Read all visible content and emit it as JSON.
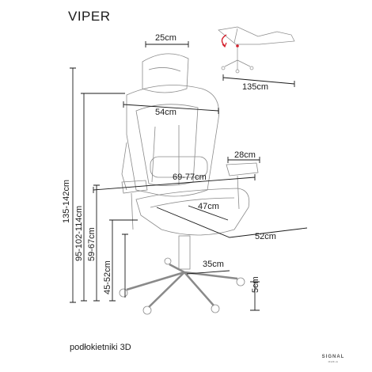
{
  "title": "VIPER",
  "caption": "podłokietniki 3D",
  "brand": {
    "name": "SIGNAL",
    "sub": "MEBLE"
  },
  "colors": {
    "accent": "#d4202c",
    "line": "#1a1a1a",
    "sketch": "#8a8a8a"
  },
  "dimensions": {
    "headrest_width": "25cm",
    "recline_length": "135cm",
    "back_width": "54cm",
    "armrest_width": "28cm",
    "seat_width": "69-77cm",
    "seat_depth": "47cm",
    "total_depth": "52cm",
    "base_radius": "35cm",
    "caster_height": "5cm",
    "total_height": "135-142cm",
    "armrest_height": "95-102-114cm",
    "seat_height_upper": "59-67cm",
    "seat_height_lower": "45-52cm"
  }
}
